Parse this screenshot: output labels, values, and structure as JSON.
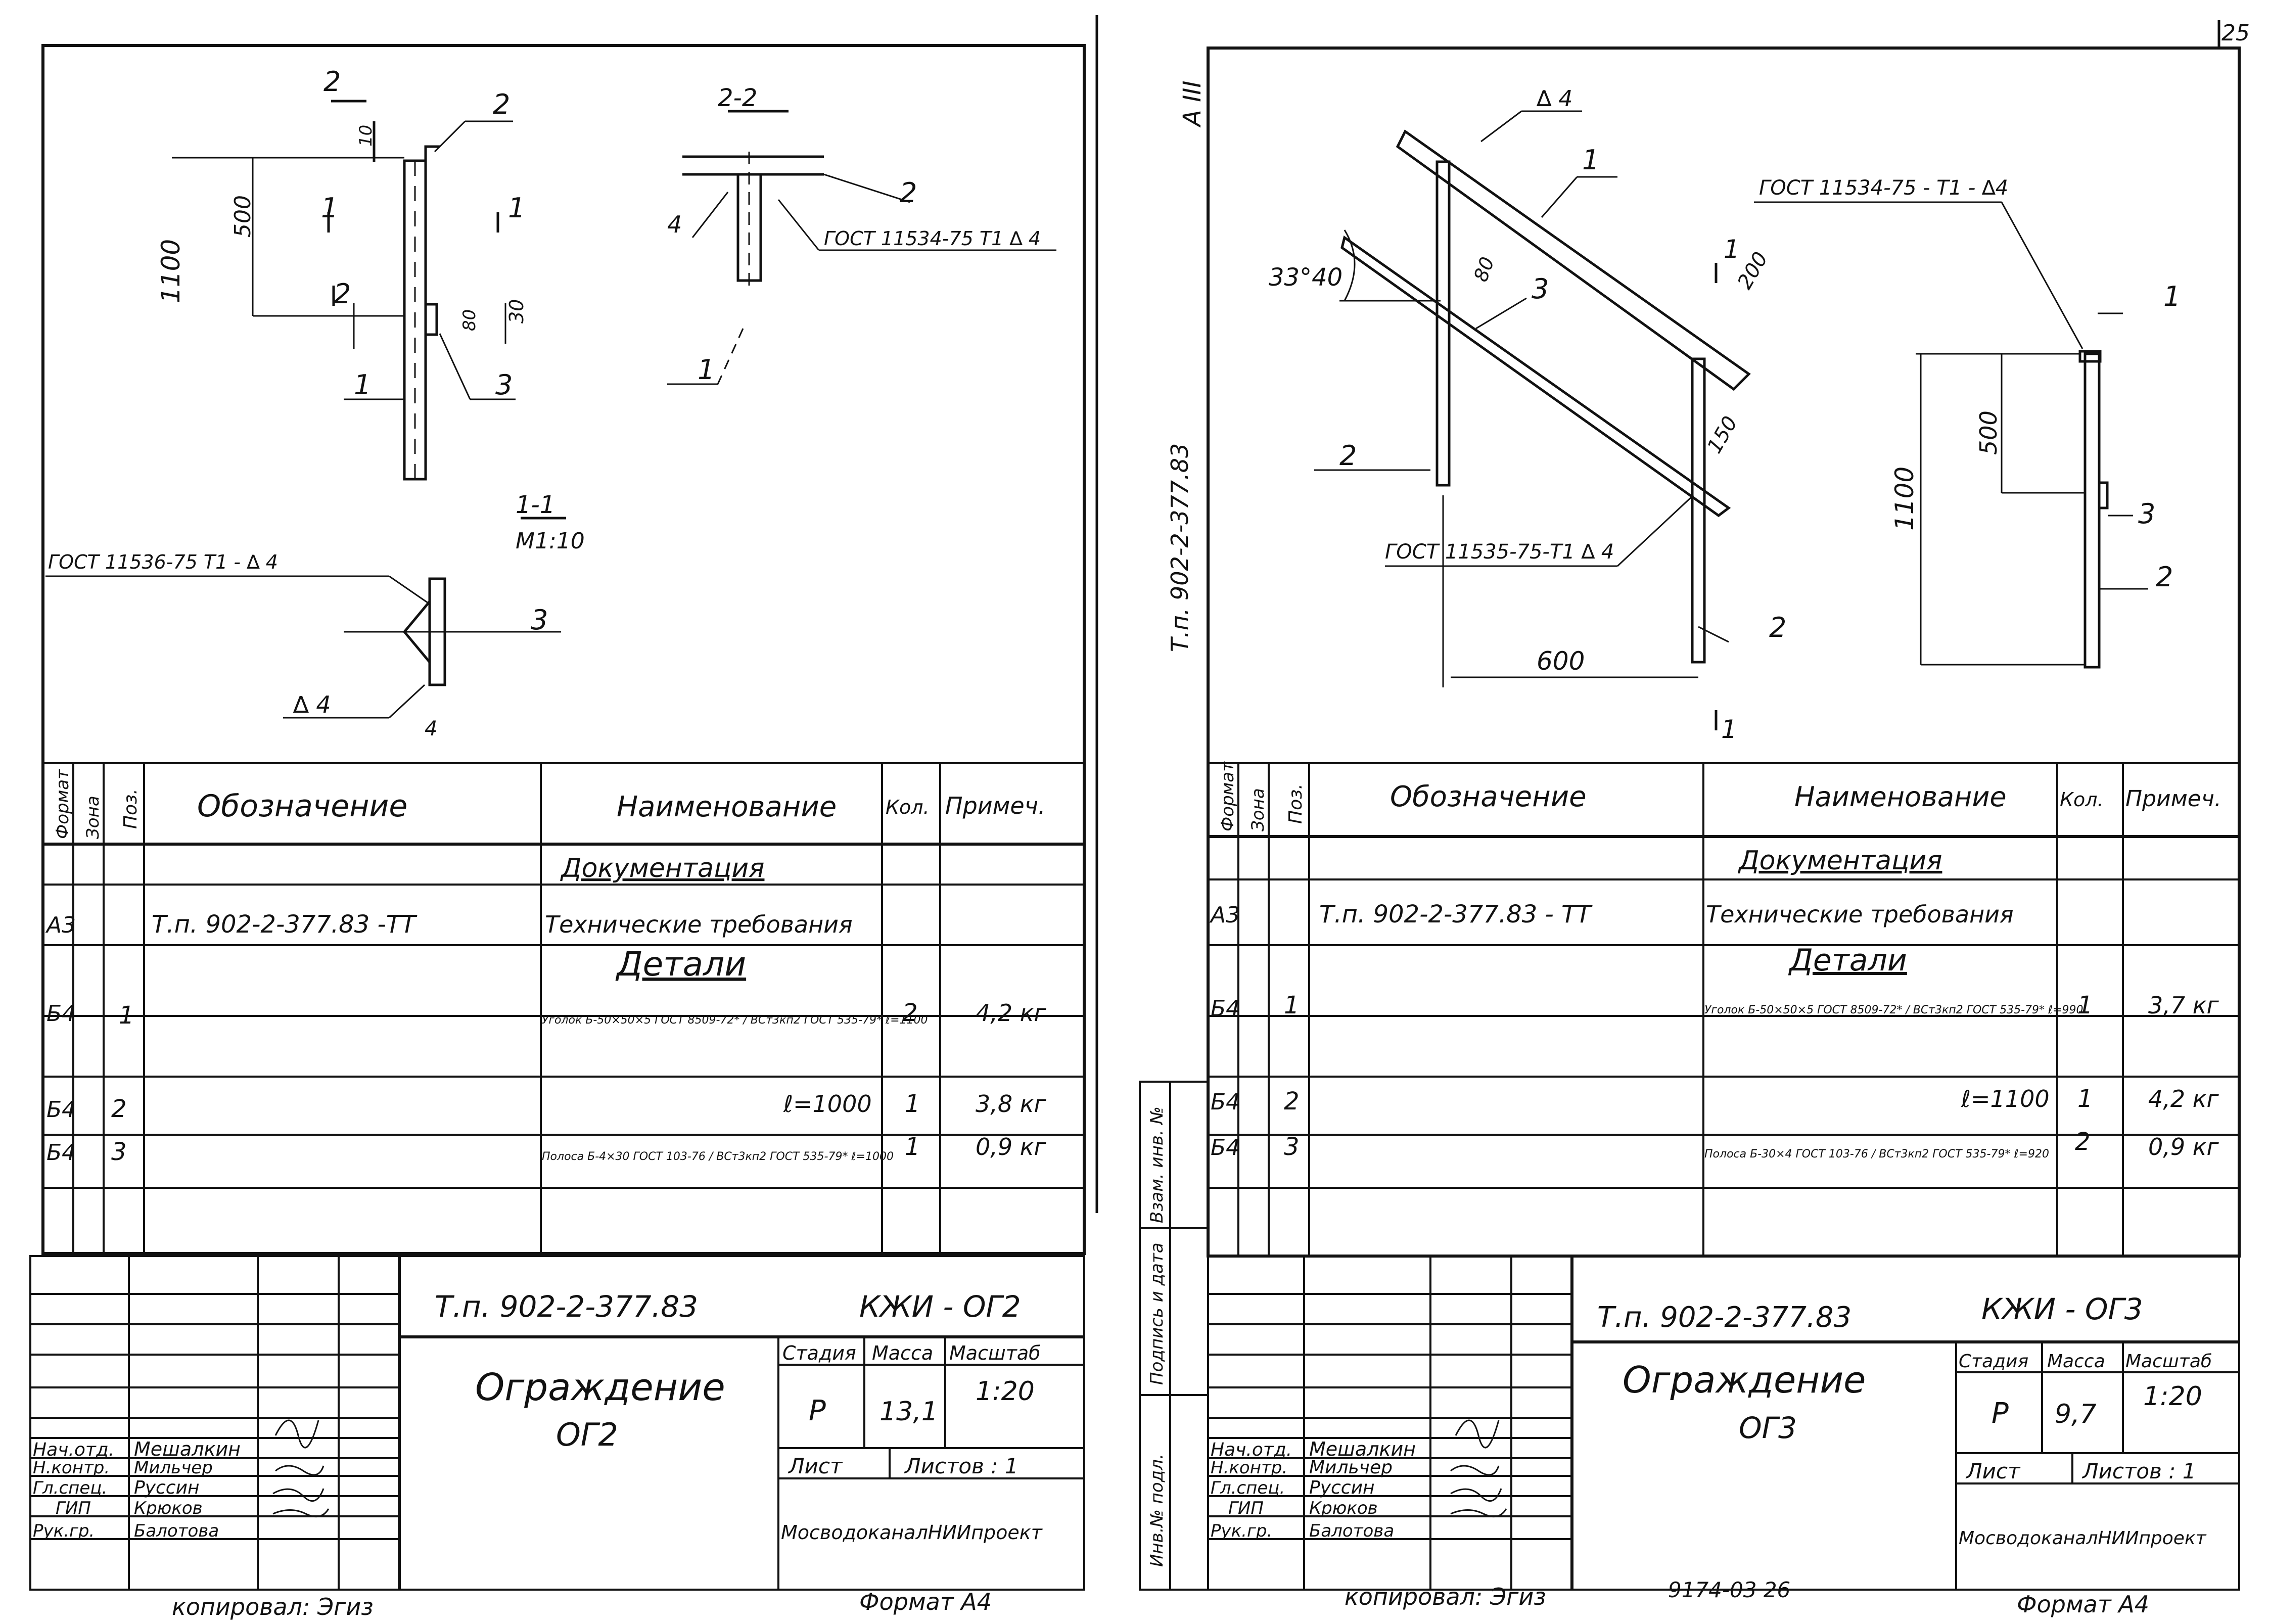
{
  "sheet_number": "25",
  "left_sheet": {
    "drawing": {
      "sections": [
        "2",
        "2",
        "1",
        "1",
        "2-2",
        "1-1"
      ],
      "scale_note": "М1:10",
      "dims": [
        "10",
        "500",
        "1100",
        "30",
        "80"
      ],
      "positions": [
        "1",
        "2",
        "3",
        "1",
        "2",
        "3"
      ],
      "weld_notes": [
        "ГОСТ 11534-75 Т1 ∆ 4",
        "ГОСТ 11536-75  Т1 - ∆  4"
      ],
      "weld_marks": [
        "4",
        "∆ 4",
        "4"
      ]
    },
    "spec": {
      "headers": {
        "format": "Формат",
        "zone": "Зона",
        "pos": "Поз.",
        "designation": "Обозначение",
        "name": "Наименование",
        "qty": "Кол.",
        "note": "Примеч."
      },
      "section_doc": "Документация",
      "section_details": "Детали",
      "rows": [
        {
          "format": "А3",
          "pos": "",
          "designation": "Т.п. 902-2-377.83        -ТТ",
          "name": "Технические требования",
          "qty": "",
          "note": ""
        },
        {
          "format": "Б4",
          "pos": "1",
          "designation": "",
          "name": "Уголок Б-50×50×5 ГОСТ 8509-72* / ВСт3кп2 ГОСТ 535-79*  ℓ=1100",
          "qty": "2",
          "note": "4,2 кг"
        },
        {
          "format": "Б4",
          "pos": "2",
          "designation": "",
          "name": "ℓ=1000",
          "qty": "1",
          "note": "3,8 кг"
        },
        {
          "format": "Б4",
          "pos": "3",
          "designation": "",
          "name": "Полоса Б-4×30 ГОСТ 103-76 / ВСт3кп2 ГОСТ 535-79*  ℓ=1000",
          "qty": "1",
          "note": "0,9 кг"
        }
      ]
    },
    "title_block": {
      "code": "Т.п. 902-2-377.83",
      "mark": "КЖИ - ОГ2",
      "title": "Ограждение",
      "subtitle": "ОГ2",
      "stage_label": "Стадия",
      "mass_label": "Масса",
      "scale_label": "Масштаб",
      "stage": "Р",
      "mass": "13,1",
      "scale": "1:20",
      "sheet_label": "Лист",
      "sheets_label": "Листов : 1",
      "org": "МосводоканалНИИпроект",
      "roles": [
        "Нач.отд.",
        "Н.контр.",
        "Гл.спец.",
        "ГИП",
        "Рук.гр."
      ],
      "names": [
        "Мешалкин",
        "Мильчер",
        "Руссин",
        "Крюков",
        "Балотова"
      ]
    },
    "copied": "копировал: Эгиз",
    "format": "Формат А4"
  },
  "right_sheet": {
    "drawing": {
      "sheet_roman": "А III",
      "vertical_code": "Т.п. 902-2-377.83",
      "angle": "33°40",
      "dims": [
        "80",
        "200",
        "150",
        "600",
        "500",
        "1100"
      ],
      "sections": [
        "1",
        "1"
      ],
      "positions": [
        "1",
        "3",
        "2",
        "2",
        "1",
        "3",
        "2"
      ],
      "weld_notes": [
        "ГОСТ 11534-75 - Т1 - ∆4",
        "ГОСТ 11535-75-Т1 ∆ 4"
      ],
      "weld_marks": [
        "∆ 4"
      ]
    },
    "spec": {
      "headers": {
        "format": "Формат",
        "zone": "Зона",
        "pos": "Поз.",
        "designation": "Обозначение",
        "name": "Наименование",
        "qty": "Кол.",
        "note": "Примеч."
      },
      "section_doc": "Документация",
      "section_details": "Детали",
      "rows": [
        {
          "format": "А3",
          "pos": "",
          "designation": "Т.п. 902-2-377.83        - ТТ",
          "name": "Технические требования",
          "qty": "",
          "note": ""
        },
        {
          "format": "Б4",
          "pos": "1",
          "designation": "",
          "name": "Уголок Б-50×50×5 ГОСТ 8509-72* / ВСт3кп2 ГОСТ 535-79*  ℓ=990",
          "qty": "1",
          "note": "3,7 кг"
        },
        {
          "format": "Б4",
          "pos": "2",
          "designation": "",
          "name": "ℓ=1100",
          "qty": "1",
          "note": "4,2 кг"
        },
        {
          "format": "Б4",
          "pos": "3",
          "designation": "",
          "name": "Полоса Б-30×4 ГОСТ 103-76 / ВСт3кп2 ГОСТ 535-79*  ℓ=920",
          "qty": "2",
          "note": "0,9 кг"
        }
      ]
    },
    "side_labels": [
      "Взам. инв. №",
      "Подпись и дата",
      "Инв.№ подл."
    ],
    "title_block": {
      "code": "Т.п. 902-2-377.83",
      "mark": "КЖИ - ОГ3",
      "title": "Ограждение",
      "subtitle": "ОГ3",
      "stage_label": "Стадия",
      "mass_label": "Масса",
      "scale_label": "Масштаб",
      "stage": "Р",
      "mass": "9,7",
      "scale": "1:20",
      "sheet_label": "Лист",
      "sheets_label": "Листов : 1",
      "org": "МосводоканалНИИпроект",
      "roles": [
        "Нач.отд.",
        "Н.контр.",
        "Гл.спец.",
        "ГИП",
        "Рук.гр."
      ],
      "names": [
        "Мешалкин",
        "Мильчер",
        "Руссин",
        "Крюков",
        "Балотова"
      ]
    },
    "copied": "копировал: Эгиз",
    "stamp": "9174-03     26",
    "format": "Формат А4"
  }
}
